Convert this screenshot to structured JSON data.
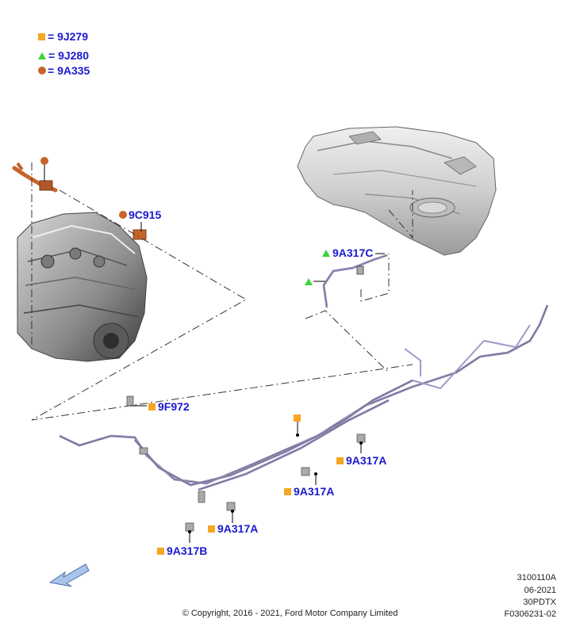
{
  "legend": [
    {
      "symbol": "orange-square",
      "text": "= 9J279"
    },
    {
      "symbol": "green-triangle",
      "text": "= 9J280"
    },
    {
      "symbol": "brown-circle",
      "text": "= 9A335"
    }
  ],
  "callouts": {
    "c9C915": "9C915",
    "c9A317C": "9A317C",
    "c9F972": "9F972",
    "c9A317A_1": "9A317A",
    "c9A317A_2": "9A317A",
    "c9A317A_3": "9A317A",
    "c9A317B": "9A317B"
  },
  "colors": {
    "orange": "#f5a623",
    "green": "#3bd43b",
    "brown": "#c8642a",
    "label_blue": "#1a1acc"
  },
  "meta": {
    "line1": "3100110A",
    "line2": "06-2021",
    "line3": "30PDTX",
    "line4": "F0306231-02"
  },
  "copyright": "© Copyright, 2016 - 2021, Ford Motor Company Limited"
}
